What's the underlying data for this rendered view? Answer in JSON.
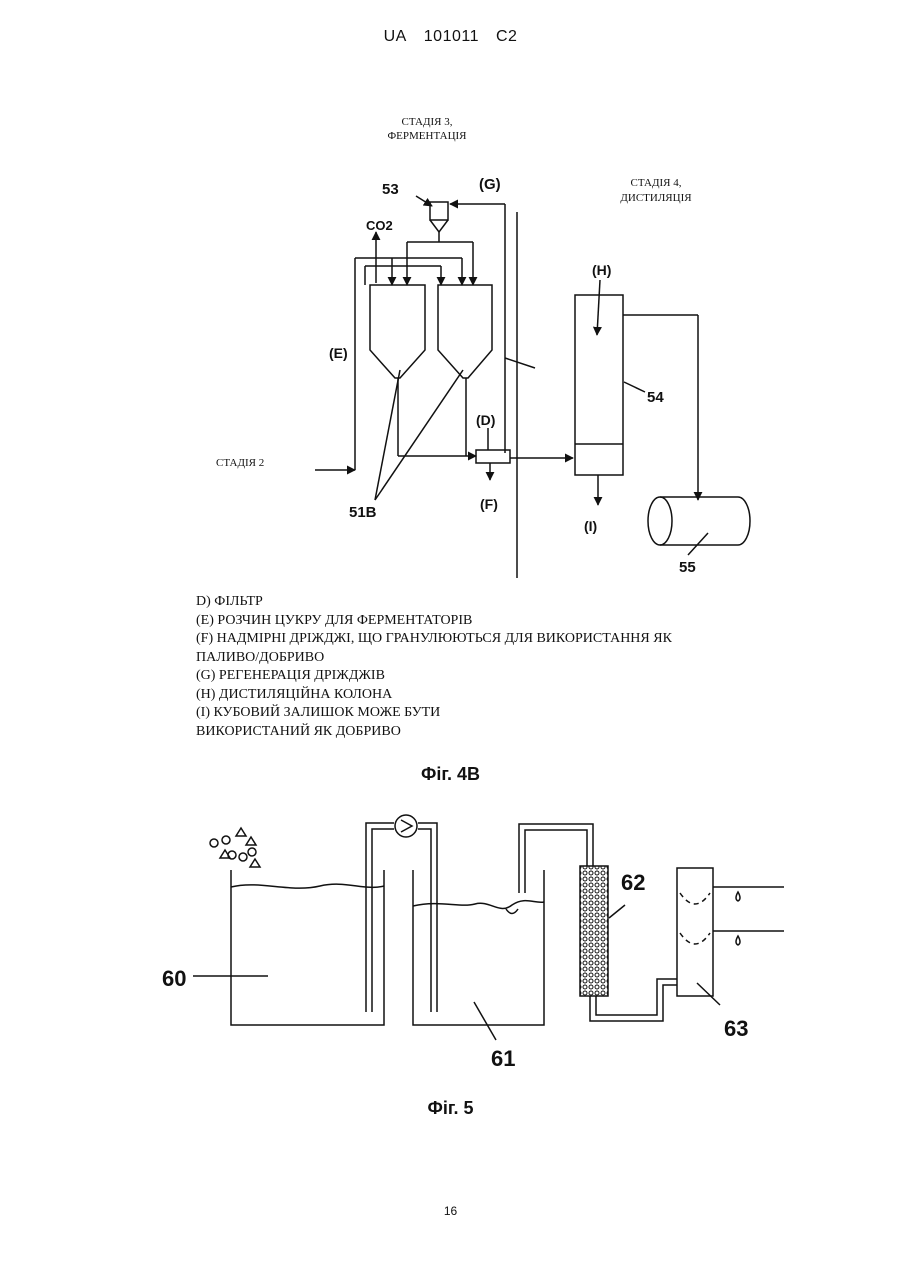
{
  "header": {
    "country": "UA",
    "patent_number": "101011",
    "kind_code": "C2"
  },
  "figure_4b": {
    "stage3_line1": "СТАДІЯ 3,",
    "stage3_line2": "ФЕРМЕНТАЦІЯ",
    "stage4_line1": "СТАДІЯ 4,",
    "stage4_line2": "ДИСТИЛЯЦІЯ",
    "stage2": "СТАДІЯ 2",
    "label_53": "53",
    "label_g": "(G)",
    "label_co2": "CO2",
    "label_e": "(E)",
    "label_d": "(D)",
    "label_f": "(F)",
    "label_51b": "51B",
    "label_h": "(H)",
    "label_54": "54",
    "label_i": "(I)",
    "label_55": "55",
    "legend": [
      "D) ФІЛЬТР",
      "(E) РОЗЧИН ЦУКРУ ДЛЯ ФЕРМЕНТАТОРІВ",
      "(F) НАДМІРНІ ДРІЖДЖІ, ЩО ГРАНУЛЮЮТЬСЯ ДЛЯ ВИКОРИСТАННЯ ЯК",
      "ПАЛИВО/ДОБРИВО",
      "(G) РЕГЕНЕРАЦІЯ ДРІЖДЖІВ",
      "(H) ДИСТИЛЯЦІЙНА КОЛОНА",
      "(I) КУБОВИЙ ЗАЛИШОК МОЖЕ БУТИ",
      "ВИКОРИСТАНИЙ ЯК ДОБРИВО"
    ],
    "caption": "Фіг. 4B"
  },
  "figure_5": {
    "label_60": "60",
    "label_61": "61",
    "label_62": "62",
    "label_63": "63",
    "caption": "Фіг. 5"
  },
  "page_number": "16"
}
